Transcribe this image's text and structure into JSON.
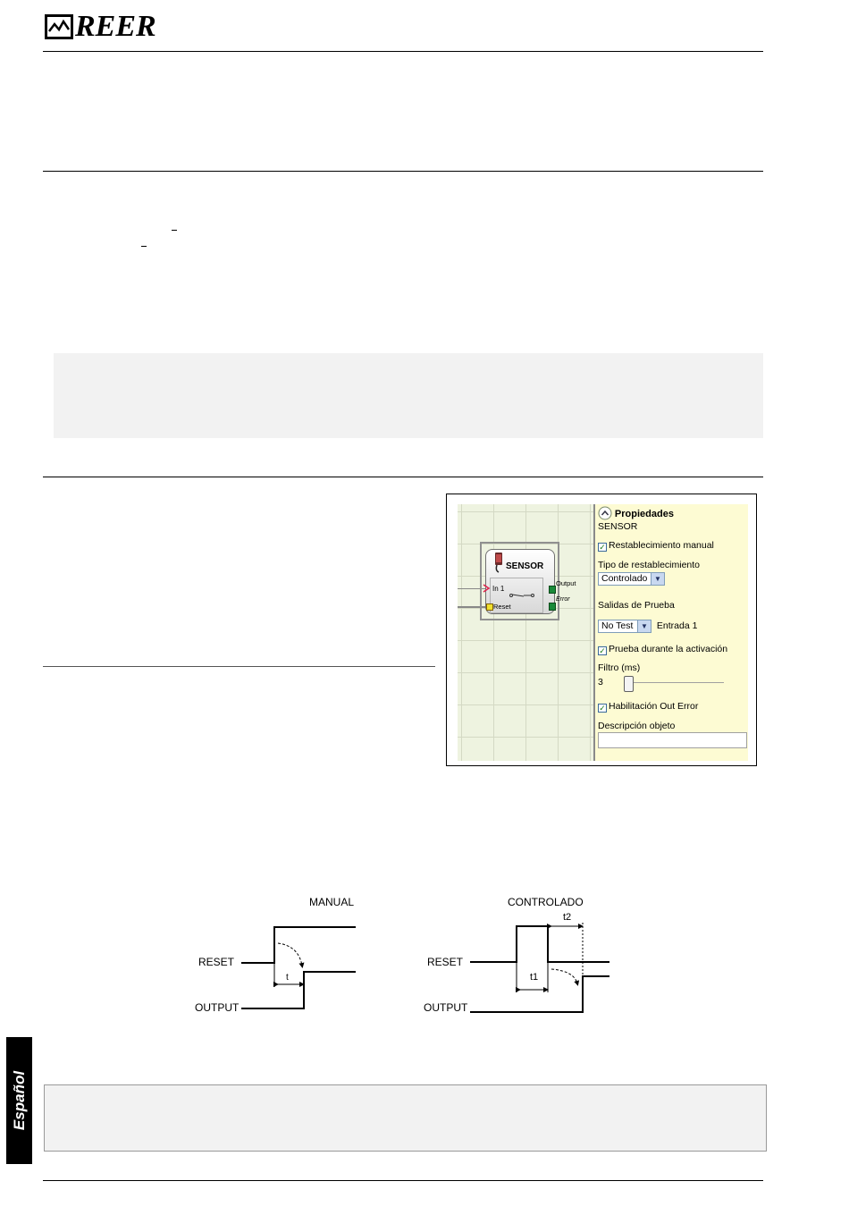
{
  "header": {
    "brand": "REER"
  },
  "sidebar_tab": {
    "language": "Español"
  },
  "properties_panel": {
    "title": "Propiedades",
    "object_name": "SENSOR",
    "manual_reset": {
      "label": "Restablecimiento manual",
      "checked": true
    },
    "reset_type": {
      "label": "Tipo de restablecimiento",
      "value": "Controlado"
    },
    "test_outputs": {
      "label": "Salidas de Prueba",
      "value": "No Test",
      "input_label": "Entrada 1"
    },
    "test_on_activation": {
      "label": "Prueba durante la activación",
      "checked": true
    },
    "filter": {
      "label": "Filtro (ms)",
      "value": "3"
    },
    "out_error_enable": {
      "label": "Habilitación Out Error",
      "checked": true
    },
    "description": {
      "label": "Descripción objeto",
      "value": ""
    }
  },
  "sensor_block": {
    "title": "SENSOR",
    "input_label": "In 1",
    "reset_label": "Reset",
    "output_label": "Output",
    "error_label": "Error"
  },
  "timing_diagram": {
    "manual": {
      "title": "MANUAL",
      "reset_label": "RESET",
      "output_label": "OUTPUT",
      "t_label": "t"
    },
    "controlled": {
      "title": "CONTROLADO",
      "reset_label": "RESET",
      "output_label": "OUTPUT",
      "t1_label": "t1",
      "t2_label": "t2"
    }
  }
}
